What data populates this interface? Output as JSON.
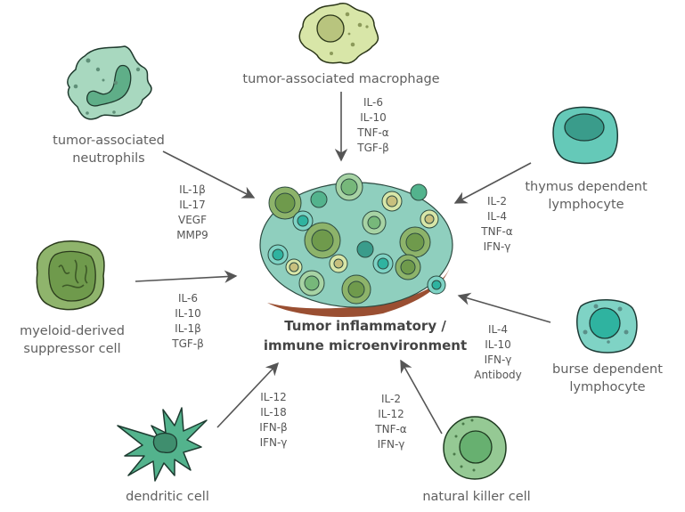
{
  "diagram": {
    "center": {
      "title_line1": "Tumor inflammatory /",
      "title_line2": "immune microenvironment"
    },
    "cells": [
      {
        "id": "neutrophil",
        "label_line1": "tumor-associated",
        "label_line2": "neutrophils",
        "cytokines": [
          "IL-1β",
          "IL-17",
          "VEGF",
          "MMP9"
        ],
        "color": "#9fd3b8"
      },
      {
        "id": "macrophage",
        "label_line1": "tumor-associated macrophage",
        "label_line2": "",
        "cytokines": [
          "IL-6",
          "IL-10",
          "TNF-α",
          "TGF-β"
        ],
        "color": "#d7e3a6"
      },
      {
        "id": "thymus-lymphocyte",
        "label_line1": "thymus dependent",
        "label_line2": "lymphocyte",
        "cytokines": [
          "IL-2",
          "IL-4",
          "TNF-α",
          "IFN-γ"
        ],
        "color": "#5ec4b6"
      },
      {
        "id": "mdsc",
        "label_line1": "myeloid-derived",
        "label_line2": "suppressor cell",
        "cytokines": [
          "IL-6",
          "IL-10",
          "IL-1β",
          "TGF-β"
        ],
        "color": "#8db36a"
      },
      {
        "id": "burse-lymphocyte",
        "label_line1": "burse dependent",
        "label_line2": "lymphocyte",
        "cytokines": [
          "IL-4",
          "IL-10",
          "IFN-γ",
          "Antibody"
        ],
        "color": "#7fd3c5"
      },
      {
        "id": "dendritic",
        "label_line1": "dendritic cell",
        "label_line2": "",
        "cytokines": [
          "IL-12",
          "IL-18",
          "IFN-β",
          "IFN-γ"
        ],
        "color": "#4fb38c"
      },
      {
        "id": "nk",
        "label_line1": "natural killer cell",
        "label_line2": "",
        "cytokines": [
          "IL-2",
          "IL-12",
          "TNF-α",
          "IFN-γ"
        ],
        "color": "#93c893"
      }
    ]
  }
}
